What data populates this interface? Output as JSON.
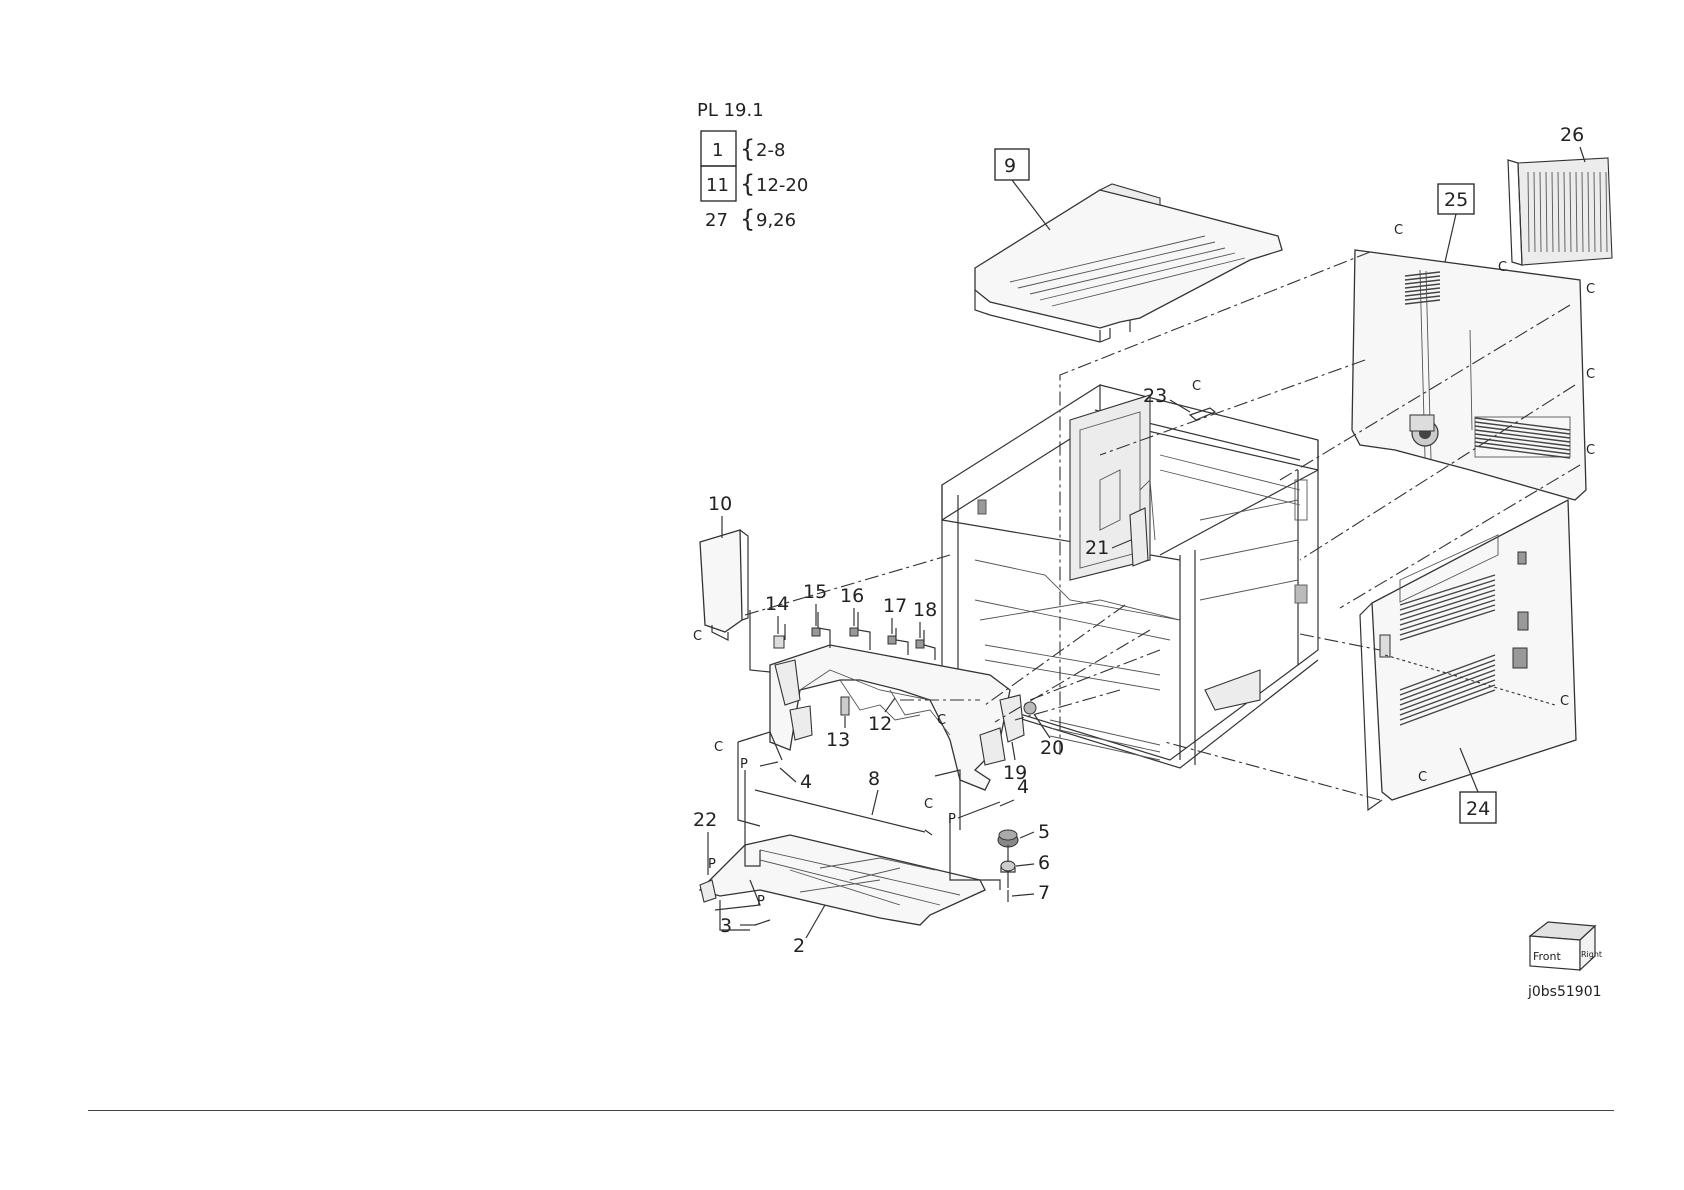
{
  "legend": {
    "title": "PL 19.1",
    "rows": [
      {
        "key": "1",
        "boxed": true,
        "range": "2-8"
      },
      {
        "key": "11",
        "boxed": true,
        "range": "12-20"
      },
      {
        "key": "27",
        "boxed": false,
        "range": "9,26"
      }
    ]
  },
  "callouts": {
    "c2": "2",
    "c3": "3",
    "c4a": "4",
    "c4b": "4",
    "c5": "5",
    "c6": "6",
    "c7": "7",
    "c8": "8",
    "c9": "9",
    "c10": "10",
    "c12": "12",
    "c13": "13",
    "c14": "14",
    "c15": "15",
    "c16": "16",
    "c17": "17",
    "c18": "18",
    "c19": "19",
    "c20": "20",
    "c21": "21",
    "c22": "22",
    "c23": "23",
    "c24": "24",
    "c25": "25",
    "c26": "26"
  },
  "markers": {
    "c": "C",
    "p": "P"
  },
  "orientation": {
    "front": "Front",
    "right": "Right"
  },
  "image_id": "j0bs51901"
}
